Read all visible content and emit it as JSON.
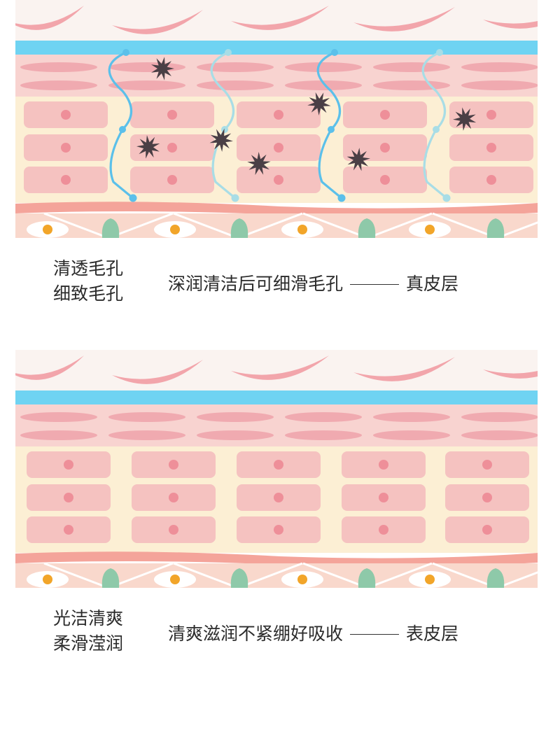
{
  "panels": [
    {
      "heading_lines": [
        "清透毛孔",
        "细致毛孔"
      ],
      "description": "深润清洁后可细滑毛孔",
      "layer_label": "真皮层"
    },
    {
      "heading_lines": [
        "光洁清爽",
        "柔滑滢润"
      ],
      "description": "清爽滋润不紧绷好吸收",
      "layer_label": "表皮层"
    }
  ],
  "colors": {
    "sky": "#faf3f0",
    "top_cell": "#f2a5ab",
    "blue_band": "#6fd3f2",
    "pink_band": "#f8d3d0",
    "oval_cell": "#f0aab0",
    "yellow_band": "#fcefd4",
    "rect_cell": "#f5c2c0",
    "nucleus": "#ee8f99",
    "base_line": "#f4a49a",
    "bottom_band": "#f9d8cc",
    "yellow_nucleus": "#f2a529",
    "green_cell": "#8ec9a9",
    "pore_blue": "#5bc0ea",
    "pore_light": "#a8dde6",
    "dirt": "#4a3f45"
  }
}
